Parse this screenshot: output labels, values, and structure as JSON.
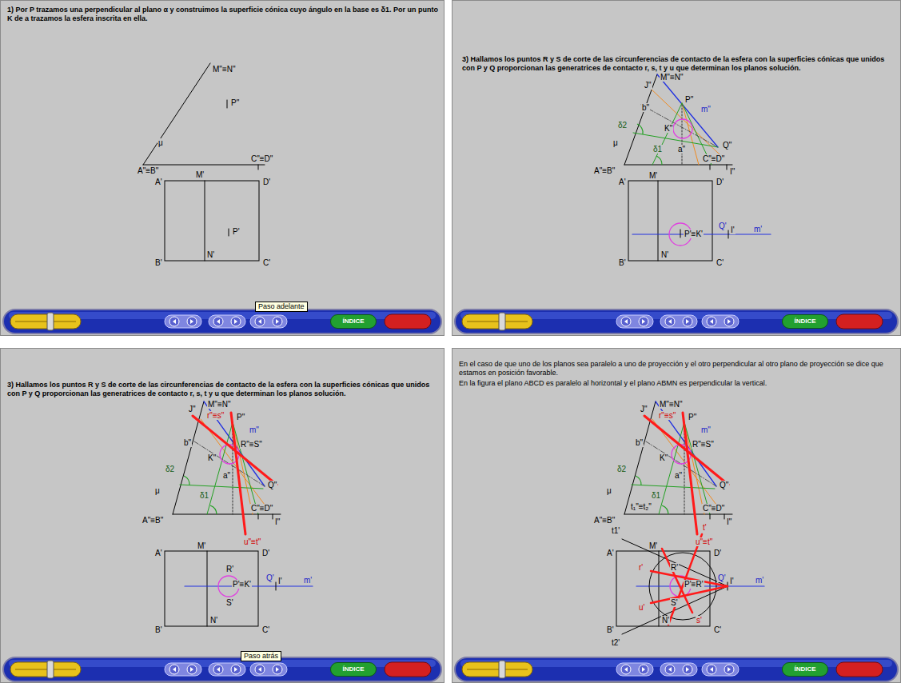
{
  "diagram": {
    "nodes": [
      {
        "text": [
          "Paso adelante"
        ]
      },
      {
        "text": [
          "ÍNDICE"
        ]
      },
      {
        "text": [
          "ÍNDICE"
        ]
      },
      {
        "text": [
          "Paso atrás"
        ]
      },
      {
        "text": [
          "ÍNDICE"
        ]
      },
      {
        "text": [
          "ÍNDICE"
        ]
      }
    ],
    "labels": [
      "1) Por P trazamos una perpendicular al plano α y construimos la superficie cónica cuyo ángulo en la base es δ1. Por un punto K de a trazamos la esfera inscrita en ella.",
      "M\"≡N\"",
      "P\"",
      "μ",
      "A\"≡B\"",
      "C\"≡D\"",
      "A'",
      "M'",
      "D'",
      "P'",
      "B'",
      "N'",
      "C'",
      "3) Hallamos los puntos R y S de corte de las circunferencias de contacto de la esfera con la superficies cónicas que unidos con P y Q proporcionan las generatrices de contacto r, s, t y u que determinan los planos solución.",
      "J\"",
      "M\"≡N\"",
      "b\"",
      "P\"",
      "m\"",
      "μ",
      "δ2",
      "K\"",
      "a\"",
      "δ1",
      "Q\"",
      "C\"≡D\"",
      "A\"≡B\"",
      "I\"",
      "A'",
      "M'",
      "D'",
      "P'≡K'",
      "Q'",
      "I'",
      "m'",
      "B'",
      "N'",
      "C'",
      "3) Hallamos los puntos R y S de corte de las circunferencias de contacto de la esfera con la superficies cónicas que unidos con P y Q proporcionan las generatrices de contacto r, s, t y u que determinan los planos solución.",
      "J\"",
      "M\"≡N\"",
      "r\"≡s\"",
      "P\"",
      "b\"",
      "m\"",
      "R\"≡S\"",
      "δ2",
      "K\"",
      "μ",
      "a\"",
      "δ1",
      "Q\"",
      "C\"≡D\"",
      "A\"≡B\"",
      "I\"",
      "u\"≡t\"",
      "A'",
      "M'",
      "D'",
      "R'",
      "P'≡K'",
      "Q'",
      "I'",
      "m'",
      "S'",
      "B'",
      "N'",
      "C'",
      "En el caso de que uno de los planos sea paralelo a uno de proyección y el otro perpendicular al otro plano de proyección se dice que estamos en posición favorable.",
      "En la figura el plano ABCD es paralelo al horizontal y el plano ABMN es perpendicular la vertical.",
      "J\"",
      "M\"≡N\"",
      "r\"≡s\"",
      "P\"",
      "b\"",
      "m\"",
      "R\"≡S\"",
      "δ2",
      "K\"",
      "μ",
      "a\"",
      "δ1",
      "Q\"",
      "C\"≡D\"",
      "t₁\"≡t₂\"",
      "A\"≡B\"",
      "I\"",
      "u\"≡t\"",
      "t1'",
      "A'",
      "M'",
      "D'",
      "t'",
      "R'",
      "r'",
      "P'≡R'",
      "Q'",
      "I'",
      "m'",
      "S'",
      "u'",
      "s'",
      "B'",
      "N'",
      "C'",
      "t2'"
    ]
  }
}
